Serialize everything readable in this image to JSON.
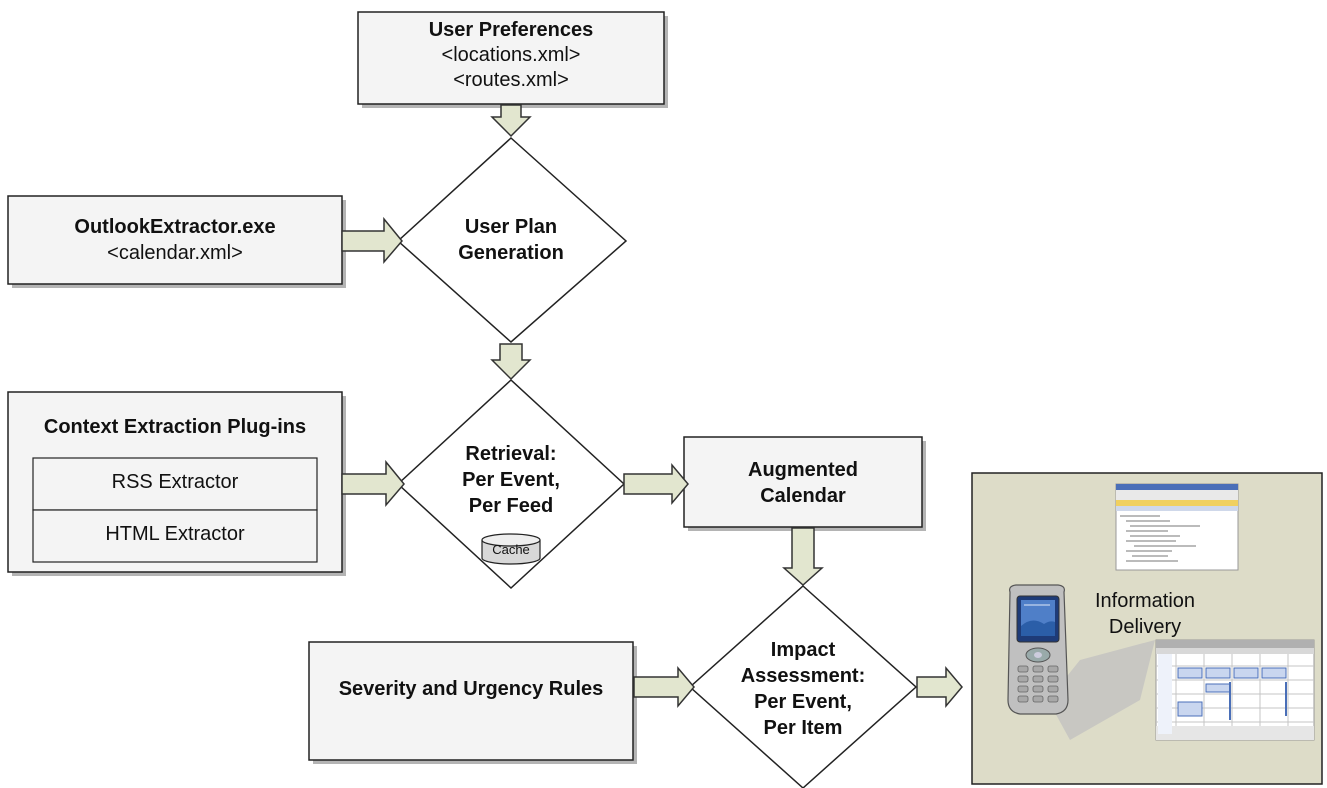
{
  "user_preferences": {
    "title": "User Preferences",
    "lines": [
      "<locations.xml>",
      "<routes.xml>"
    ]
  },
  "outlook_extractor": {
    "title": "OutlookExtractor.exe",
    "line": "<calendar.xml>"
  },
  "user_plan": {
    "line1": "User Plan",
    "line2": "Generation"
  },
  "context_extraction": {
    "title": "Context Extraction Plug-ins",
    "plugins": [
      "RSS Extractor",
      "HTML Extractor"
    ]
  },
  "retrieval": {
    "line1": "Retrieval:",
    "line2": "Per Event,",
    "line3": "Per Feed",
    "cache_label": "Cache"
  },
  "augmented_calendar": {
    "line1": "Augmented",
    "line2": "Calendar"
  },
  "severity_rules": {
    "title": "Severity and Urgency Rules"
  },
  "impact_assessment": {
    "line1": "Impact",
    "line2": "Assessment:",
    "line3": "Per Event,",
    "line4": "Per Item"
  },
  "information_delivery": {
    "line1": "Information",
    "line2": "Delivery"
  },
  "colors": {
    "arrow_fill": "#e2e6cf",
    "box_shadow": "#b4b4b4",
    "delivery_panel": "#dddcc8",
    "line": "#222222"
  }
}
